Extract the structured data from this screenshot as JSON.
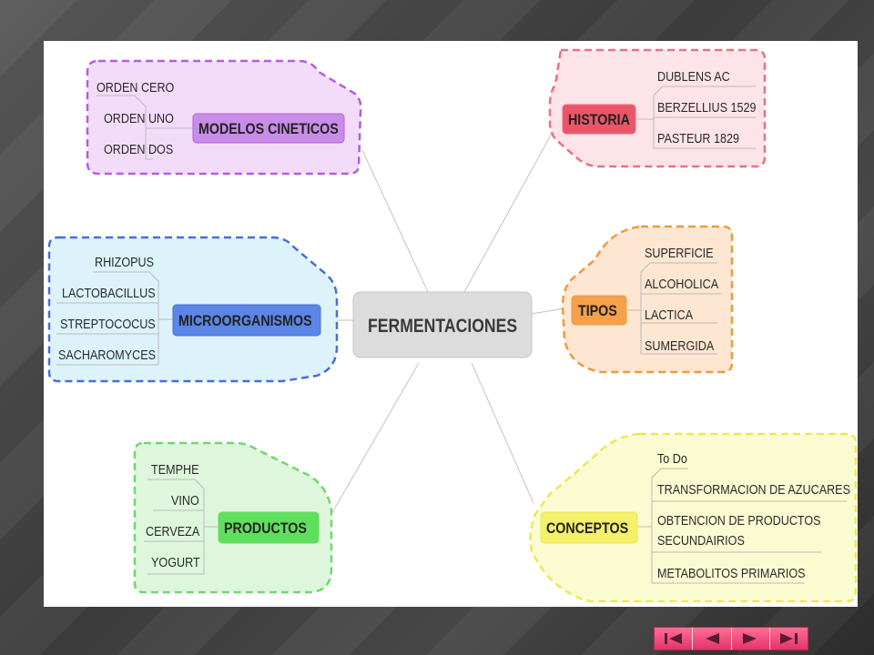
{
  "center": "FERMENTACIONES",
  "branches": {
    "modelos": {
      "label": "MODELOS CINETICOS",
      "items": [
        "ORDEN CERO",
        "ORDEN UNO",
        "ORDEN DOS"
      ]
    },
    "historia": {
      "label": "HISTORIA",
      "items": [
        "DUBLENS AC",
        "BERZELLIUS 1529",
        "PASTEUR 1829"
      ]
    },
    "micro": {
      "label": "MICROORGANISMOS",
      "items": [
        "RHIZOPUS",
        "LACTOBACILLUS",
        "STREPTOCOCUS",
        "SACHAROMYCES"
      ]
    },
    "tipos": {
      "label": "TIPOS",
      "items": [
        "SUPERFICIE",
        "ALCOHOLICA",
        "LACTICA",
        "SUMERGIDA"
      ]
    },
    "productos": {
      "label": "PRODUCTOS",
      "items": [
        "TEMPHE",
        "VINO",
        "CERVEZA",
        "YOGURT"
      ]
    },
    "conceptos": {
      "label": "CONCEPTOS",
      "items": [
        "To Do",
        "TRANSFORMACION DE AZUCARES",
        "OBTENCION DE PRODUCTOS",
        "SECUNDAIRIOS",
        "METABOLITOS PRIMARIOS"
      ]
    }
  },
  "colors": {
    "modelos_fill": "#f2dcfa",
    "modelos_stroke": "#b25fdc",
    "modelos_node": "#c98de8",
    "historia_fill": "#fde4e8",
    "historia_stroke": "#e8717f",
    "historia_node": "#ea5568",
    "micro_fill": "#dcf3fb",
    "micro_stroke": "#4a6fd0",
    "micro_node": "#5b86e8",
    "tipos_fill": "#fde6d2",
    "tipos_stroke": "#ee9a3e",
    "tipos_node": "#f5a04a",
    "productos_fill": "#def7dc",
    "productos_stroke": "#6fd96a",
    "productos_node": "#5fe05c",
    "conceptos_fill": "#fbfbd2",
    "conceptos_stroke": "#eaea55",
    "conceptos_node": "#f5f06a",
    "center_fill": "#dcdcdc"
  },
  "nav": [
    "first-icon",
    "prev-icon",
    "next-icon",
    "last-icon"
  ]
}
